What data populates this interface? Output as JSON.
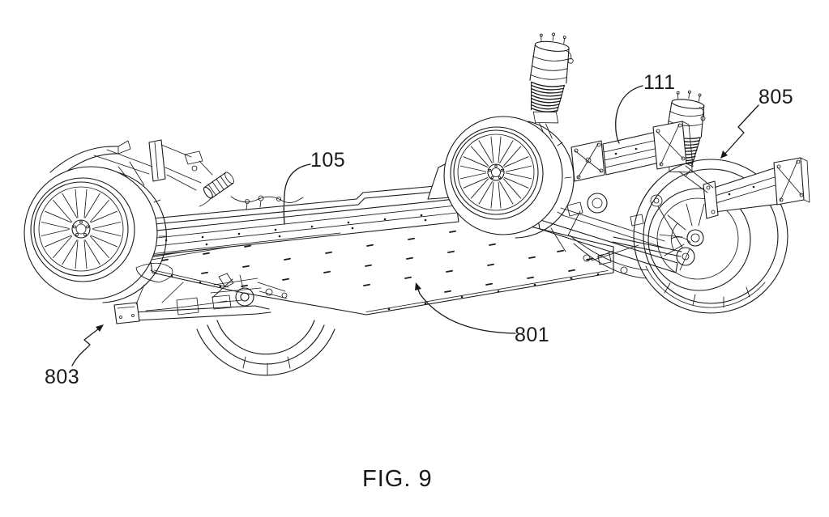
{
  "figure": {
    "caption": "FIG. 9",
    "reference_labels": [
      {
        "text": "105"
      },
      {
        "text": "111"
      },
      {
        "text": "805"
      },
      {
        "text": "801"
      },
      {
        "text": "803"
      }
    ]
  },
  "colors": {
    "ink": "#1a1a1a",
    "background": "#ffffff"
  }
}
